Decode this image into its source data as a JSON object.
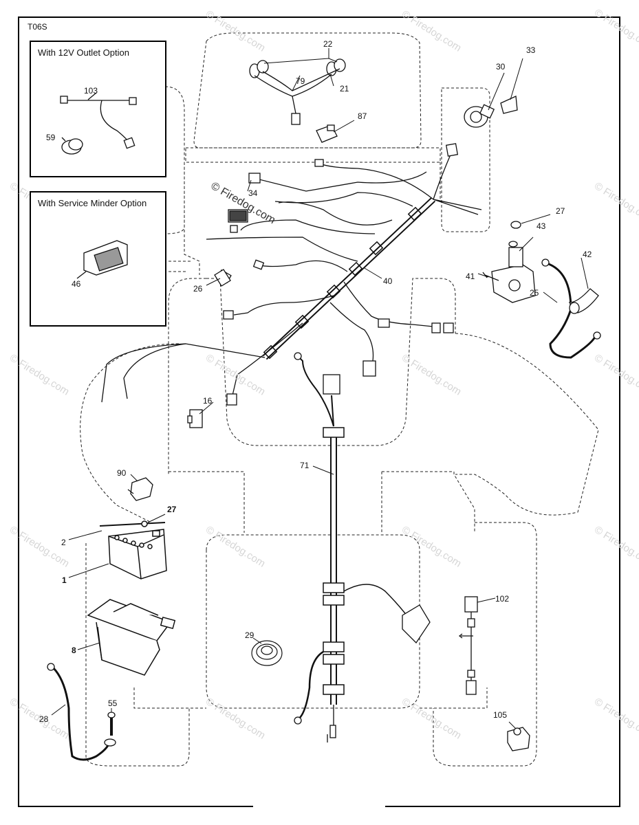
{
  "diagram_code": "T06S",
  "insets": {
    "outlet": {
      "title": "With 12V Outlet Option"
    },
    "minder": {
      "title": "With Service Minder Option"
    }
  },
  "watermark": "© Firedog.com",
  "callouts": {
    "c1": "1",
    "c2": "2",
    "c8": "8",
    "c16": "16",
    "c21": "21",
    "c22": "22",
    "c25": "25",
    "c26": "26",
    "c27a": "27",
    "c27b": "27",
    "c28": "28",
    "c29": "29",
    "c30": "30",
    "c33": "33",
    "c34": "34",
    "c40": "40",
    "c41": "41",
    "c42": "42",
    "c43": "43",
    "c46": "46",
    "c55": "55",
    "c59": "59",
    "c71": "71",
    "c79": "79",
    "c87": "87",
    "c90": "90",
    "c102": "102",
    "c103": "103",
    "c105": "105"
  }
}
